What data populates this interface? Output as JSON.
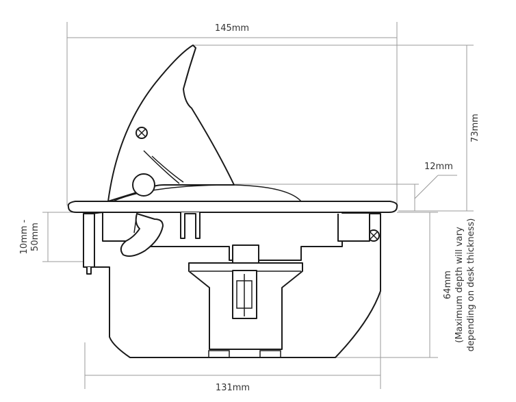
{
  "colors": {
    "dimension_line": "#9a9a9a",
    "outline": "#1a1a1a",
    "label": "#333333",
    "background": "#ffffff"
  },
  "dimensions": {
    "top_width": "145mm",
    "bottom_width": "131mm",
    "total_height": "73mm",
    "lid_thickness": "12mm",
    "clamp_range_line1": "10mm -",
    "clamp_range_line2": "50mm",
    "depth_line1": "64mm",
    "depth_line2": "(Maximum depth will vary",
    "depth_line3": "depending on desk thickness)"
  }
}
